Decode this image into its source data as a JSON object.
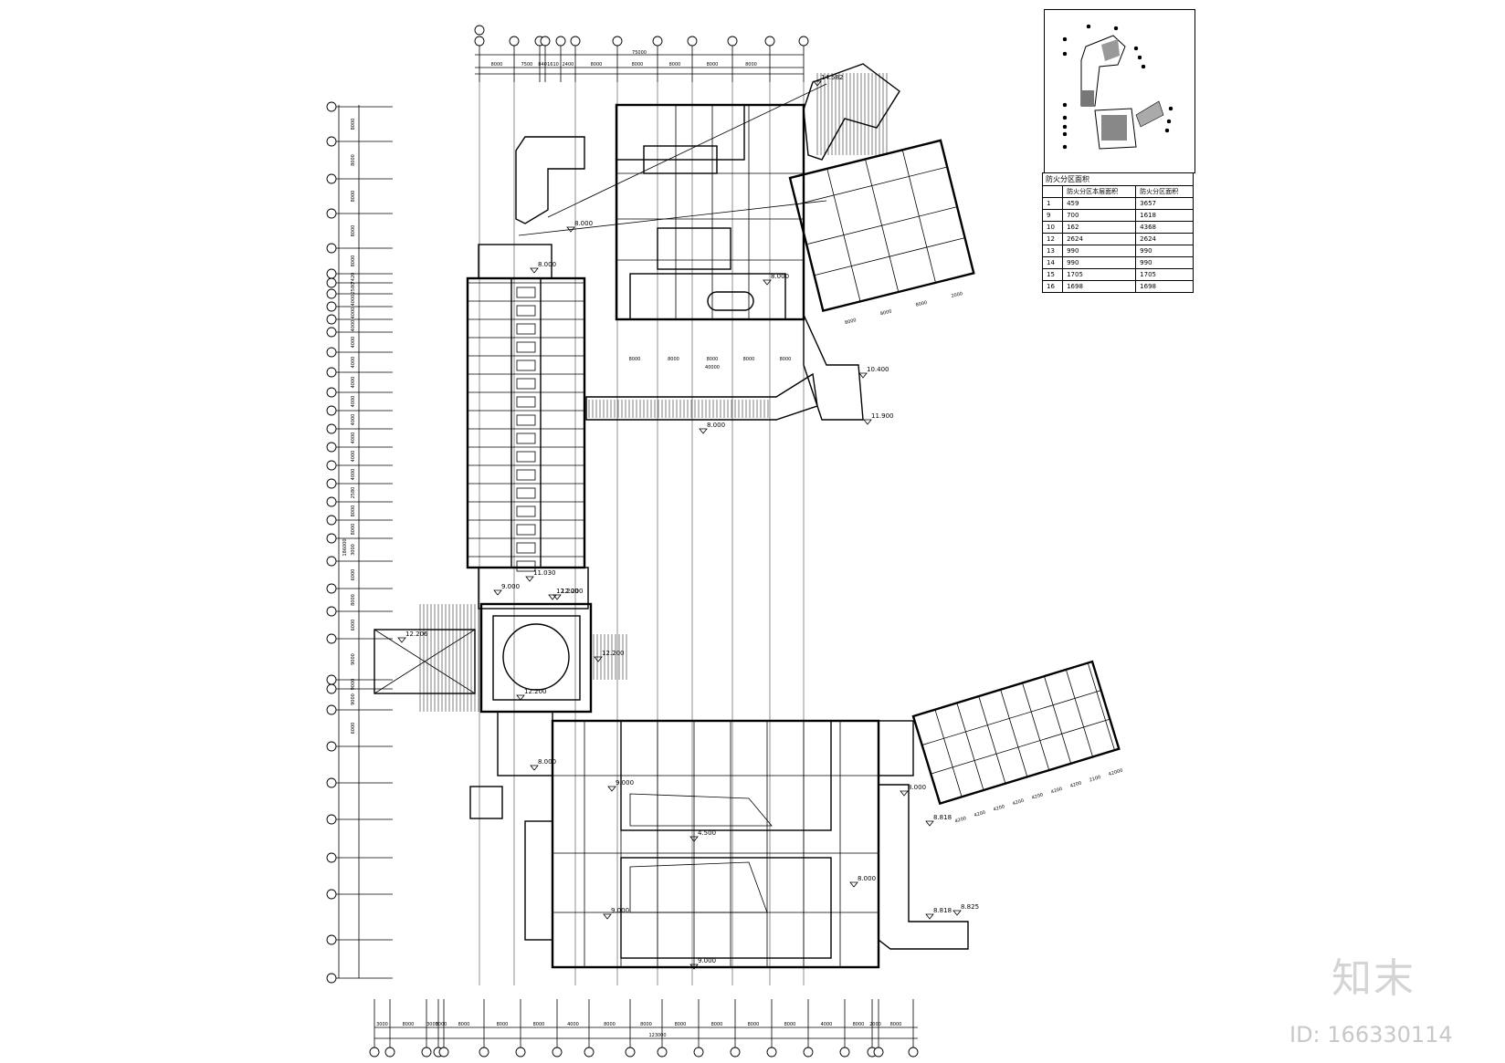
{
  "drawing": {
    "top_total_dim": "75000",
    "bottom_total_dim": "123000",
    "left_total_dim": "186000",
    "top_dims": [
      "8000",
      "7500",
      "840",
      "1610",
      "2400",
      "8000",
      "8000",
      "8000",
      "8000",
      "8000"
    ],
    "bottom_dims": [
      "3000",
      "8000",
      "3000",
      "3000",
      "8000",
      "8000",
      "8000",
      "4000",
      "8000",
      "8000",
      "8000",
      "8000",
      "8000",
      "8000",
      "4000",
      "8000",
      "2000",
      "8000"
    ],
    "left_dims": [
      "8000",
      "8000",
      "8000",
      "8000",
      "8000",
      "7420",
      "2580",
      "4000",
      "4000",
      "4000",
      "4000",
      "4000",
      "4000",
      "4000",
      "4000",
      "4000",
      "4000",
      "4000",
      "2580",
      "8000",
      "8000",
      "3000",
      "6000",
      "8000",
      "6000",
      "9000",
      "9000",
      "9000",
      "6000"
    ],
    "middle_total_dim": "40000",
    "middle_dims": [
      "8000",
      "8000",
      "8000",
      "8000",
      "8000"
    ],
    "levels": [
      "14.582",
      "8.000",
      "8.000",
      "8.000",
      "10.400",
      "11.900",
      "8.000",
      "11.030",
      "12.200",
      "9.000",
      "12.200",
      "12.200",
      "12.206",
      "12.200",
      "8.000",
      "9.000",
      "4.500",
      "8.000",
      "9.000",
      "9.000",
      "8.000",
      "8.818",
      "8.818",
      "8.825"
    ],
    "right_wing_dims": [
      "4200",
      "4200",
      "4200",
      "4200",
      "4200",
      "4200",
      "4200",
      "2100",
      "42000"
    ],
    "upper_wing_dims": [
      "8000",
      "8000",
      "8000",
      "2000"
    ]
  },
  "legend": {
    "title": "防火分区面积",
    "headers": [
      "",
      "防火分区本层面积",
      "防火分区面积"
    ],
    "rows": [
      [
        "1",
        "459",
        "3657"
      ],
      [
        "9",
        "700",
        "1618"
      ],
      [
        "10",
        "162",
        "4368"
      ],
      [
        "12",
        "2624",
        "2624"
      ],
      [
        "13",
        "990",
        "990"
      ],
      [
        "14",
        "990",
        "990"
      ],
      [
        "15",
        "1705",
        "1705"
      ],
      [
        "16",
        "1698",
        "1698"
      ]
    ]
  },
  "watermark": {
    "logo": "知末",
    "id": "ID: 166330114"
  }
}
